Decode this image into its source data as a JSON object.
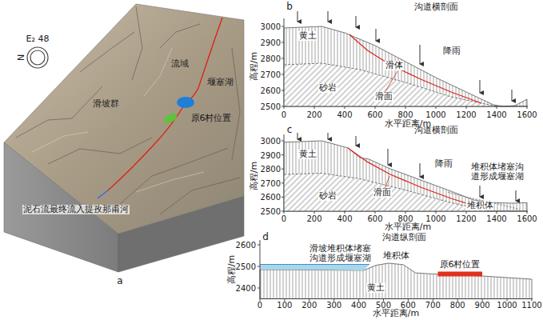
{
  "diagram": {
    "labels": [
      "E₂ 48",
      "N",
      "流域",
      "堰塞湖",
      "滑坡群",
      "原6村位置",
      "泥石流最终流入提孜那甫河",
      "a",
      "b",
      "沟道横剖面",
      "降雨",
      "3000",
      "2900",
      "2800",
      "2700",
      "2600",
      "2500",
      "高程/m",
      "黄土",
      "滑体",
      "砂岩",
      "滑面",
      "0",
      "200",
      "400",
      "600",
      "800",
      "1000",
      "1200",
      "1400",
      "1600",
      "水平距离/m",
      "c",
      "沟道横剖面",
      "降雨",
      "3000",
      "2900",
      "2800",
      "2700",
      "2600",
      "2500",
      "高程/m",
      "黄土",
      "砂岩",
      "滑面",
      "堆积体堵塞沟道形成堰塞湖",
      "堆积体",
      "0",
      "200",
      "400",
      "600",
      "800",
      "1000",
      "1200",
      "1400",
      "1600",
      "水平距离/m",
      "d",
      "沟道纵剖面",
      "2600",
      "2500",
      "2400",
      "高程/m",
      "滑坡堆积体堵塞沟道形成堰塞湖",
      "堆积体",
      "原6村位置",
      "黄土",
      "0",
      "100",
      "200",
      "300",
      "400",
      "500",
      "600",
      "700",
      "800",
      "900",
      "1000",
      "1100",
      "水平距离/m"
    ]
  }
}
